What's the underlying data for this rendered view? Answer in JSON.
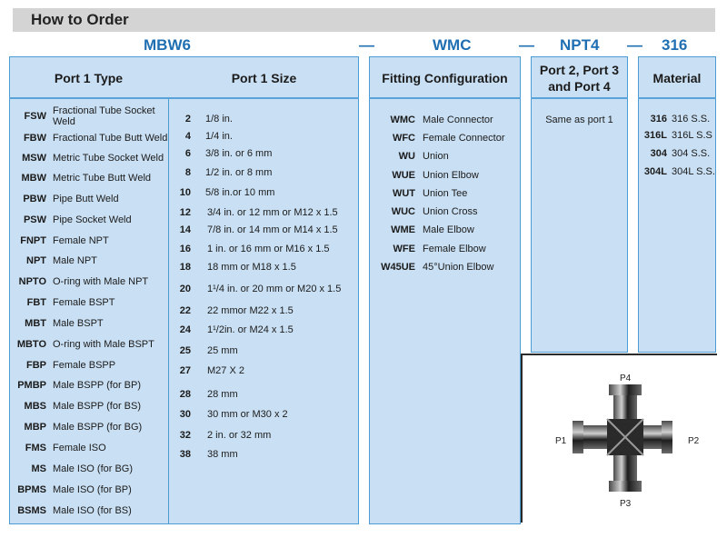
{
  "title": "How to Order",
  "order_code": {
    "part1": "MBW6",
    "dash1": "—",
    "part2": "WMC",
    "dash2": "—",
    "part3": "NPT4",
    "dash3": "—",
    "part4": "316"
  },
  "columns": {
    "port1_type": {
      "header": "Port 1 Type",
      "items": [
        {
          "code": "FSW",
          "desc": "Fractional Tube Socket Weld"
        },
        {
          "code": "FBW",
          "desc": "Fractional Tube Butt Weld"
        },
        {
          "code": "MSW",
          "desc": "Metric Tube Socket Weld"
        },
        {
          "code": "MBW",
          "desc": "Metric Tube Butt Weld"
        },
        {
          "code": "PBW",
          "desc": "Pipe Butt Weld"
        },
        {
          "code": "PSW",
          "desc": "Pipe Socket Weld"
        },
        {
          "code": "FNPT",
          "desc": "Female NPT"
        },
        {
          "code": "NPT",
          "desc": "Male NPT"
        },
        {
          "code": "NPTO",
          "desc": "O-ring with Male NPT"
        },
        {
          "code": "FBT",
          "desc": "Female BSPT"
        },
        {
          "code": "MBT",
          "desc": "Male BSPT"
        },
        {
          "code": "MBTO",
          "desc": "O-ring with Male BSPT"
        },
        {
          "code": "FBP",
          "desc": "Female BSPP"
        },
        {
          "code": "PMBP",
          "desc": "Male BSPP (for BP)"
        },
        {
          "code": "MBS",
          "desc": "Male BSPP (for BS)"
        },
        {
          "code": "MBP",
          "desc": "Male BSPP (for BG)"
        },
        {
          "code": "FMS",
          "desc": "Female ISO"
        },
        {
          "code": "MS",
          "desc": "Male ISO (for BG)"
        },
        {
          "code": "BPMS",
          "desc": "Male ISO (for BP)"
        },
        {
          "code": "BSMS",
          "desc": "Male ISO (for BS)"
        }
      ]
    },
    "port1_size": {
      "header": "Port 1 Size",
      "items": [
        {
          "code": "2",
          "desc": "1/8 in."
        },
        {
          "code": "4",
          "desc": "1/4 in."
        },
        {
          "code": "6",
          "desc": "3/8 in. or 6 mm"
        },
        {
          "code": "8",
          "desc": "1/2 in. or 8 mm"
        },
        {
          "code": "10",
          "desc": "5/8 in.or 10 mm"
        },
        {
          "code": "12",
          "desc": "3/4 in. or 12 mm or M12 x 1.5"
        },
        {
          "code": "14",
          "desc": "7/8 in. or 14 mm or M14 x 1.5"
        },
        {
          "code": "16",
          "desc": "1 in. or 16 mm or M16 x 1.5"
        },
        {
          "code": "18",
          "desc": "18 mm or M18 x 1.5"
        },
        {
          "code": "20",
          "desc": "1¹/4 in. or 20 mm or M20 x 1.5"
        },
        {
          "code": "22",
          "desc": "22 mmor M22 x 1.5"
        },
        {
          "code": "24",
          "desc": "1¹/2in. or M24 x 1.5"
        },
        {
          "code": "25",
          "desc": "25 mm"
        },
        {
          "code": "27",
          "desc": "M27 X 2"
        },
        {
          "code": "28",
          "desc": "28 mm"
        },
        {
          "code": "30",
          "desc": "30 mm or M30 x 2"
        },
        {
          "code": "32",
          "desc": "2 in. or 32 mm"
        },
        {
          "code": "38",
          "desc": "38 mm"
        }
      ]
    },
    "fitting_config": {
      "header": "Fitting Configuration",
      "items": [
        {
          "code": "WMC",
          "desc": "Male Connector"
        },
        {
          "code": "WFC",
          "desc": "Female Connector"
        },
        {
          "code": "WU",
          "desc": "Union"
        },
        {
          "code": "WUE",
          "desc": "Union Elbow"
        },
        {
          "code": "WUT",
          "desc": "Union Tee"
        },
        {
          "code": "WUC",
          "desc": "Union Cross"
        },
        {
          "code": "WME",
          "desc": "Male Elbow"
        },
        {
          "code": "WFE",
          "desc": "Female Elbow"
        },
        {
          "code": "W45UE",
          "desc": "45°Union Elbow"
        }
      ]
    },
    "port234": {
      "header_line1": "Port 2, Port 3",
      "header_line2": "and Port 4",
      "text": "Same as port 1"
    },
    "material": {
      "header": "Material",
      "items": [
        {
          "code": "316",
          "desc": "316 S.S."
        },
        {
          "code": "316L",
          "desc": "316L S.S"
        },
        {
          "code": "304",
          "desc": "304 S.S."
        },
        {
          "code": "304L",
          "desc": "304L S.S."
        }
      ]
    }
  },
  "diagram": {
    "labels": {
      "p1": "P1",
      "p2": "P2",
      "p3": "P3",
      "p4": "P4"
    }
  }
}
